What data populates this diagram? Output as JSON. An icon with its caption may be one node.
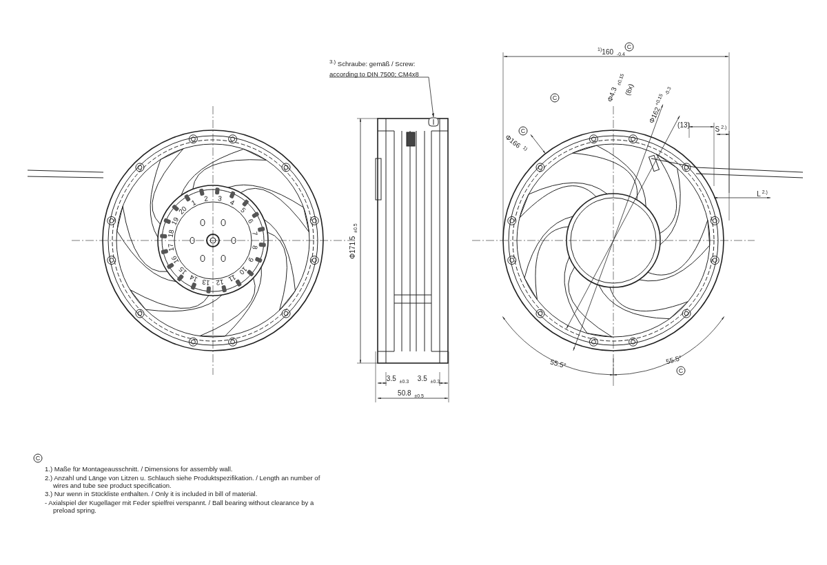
{
  "diagram": {
    "nodes": [
      {
        "text": [
          "$^{3.)}$ Schraube: gemäß / Screw: according to DIN 7500; CM4x8"
        ]
      },
      {
        "text": [],
        "shape": "picture"
      }
    ],
    "edges": [
      {
        "from": 0,
        "to": 1,
        "arrow": "to"
      }
    ],
    "labels": [
      "$^{1)}$160 $_{-0.4}$",
      "C",
      "C",
      "Φ4.3 $_{±0.15}$",
      "(8x)",
      "Φ162$^{+0.15}$$_{-0.3}$",
      "C",
      "Φ166 $^{1)}$",
      "(13)",
      "S$^{2.)}$",
      "L$^{2.)}$",
      "Φ171.5 $_{±0.5}$",
      "3.5 $_{±0.3}$",
      "3.5 $_{±0.3}$",
      "50.8 $_{±0.5}$",
      "55.5°",
      "55.5°",
      "C",
      "1",
      "2",
      "3",
      "4",
      "5",
      "6",
      "7",
      "8",
      "9",
      "10",
      "11",
      "12",
      "13",
      "14",
      "15",
      "16",
      "17",
      "18",
      "19",
      "20",
      "C",
      "1.) Maße für Montageausschnitt. / Dimensions for assembly wall.",
      "2.) Anzahl und Länge von Litzen u. Schlauch siehe Produktspezifikation. / Length an number of wires and tube see product specification.",
      "3.) Nur wenn in Stückliste enthalten. / Only it is included in bill of material.",
      "- Axialspiel der Kugellager mit Feder spielfrei verspannt. / Ball bearing without clearance by a preload spring."
    ]
  }
}
